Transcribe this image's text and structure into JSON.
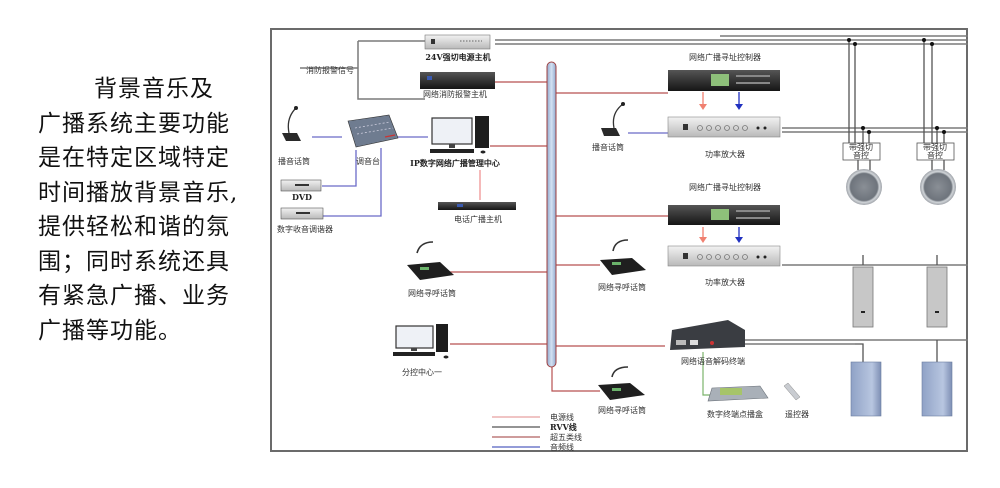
{
  "intro": {
    "lines": [
      "背景音乐及",
      "广播系统主要功能",
      "是在特定区域特定",
      "时间播放背景音乐,",
      "提供轻松和谐的氛",
      "围；同时系统还具",
      "有紧急广播、业务",
      "广播等功能。"
    ]
  },
  "labels": {
    "fire_alarm_signal": "消防报警信号",
    "power_host": "24V强切电源主机",
    "fire_alarm_host": "网络消防报警主机",
    "mic_left": "播音话筒",
    "mixer": "调音台",
    "dvd": "DVD",
    "tuner": "数字收音调谐器",
    "ip_center": "IP数字网络广播管理中心",
    "phone_host": "电话广播主机",
    "paging_mic_left": "网络寻呼话筒",
    "sub_center": "分控中心一",
    "controller_1": "网络广播寻址控制器",
    "amp_1": "功率放大器",
    "mic_right": "播音话筒",
    "controller_2": "网络广播寻址控制器",
    "amp_2": "功率放大器",
    "paging_mic_mid": "网络寻呼话筒",
    "decoder": "网络语音解码终端",
    "paging_mic_bottom": "网络寻呼话筒",
    "play_box": "数字终端点播盒",
    "remote": "遥控器",
    "volume_ctrl_1": [
      "带强切",
      "音控"
    ],
    "volume_ctrl_2": [
      "带强切",
      "音控"
    ]
  },
  "legend": [
    {
      "label": "电源线",
      "color": "#e8a0a0"
    },
    {
      "label": "RVV线",
      "color": "#555555"
    },
    {
      "label": "超五类线",
      "color": "#b06060"
    },
    {
      "label": "音频线",
      "color": "#5560c0"
    }
  ],
  "colors": {
    "network_line": "#b85050",
    "audio_line": "#6b6bc8",
    "rvv_line": "#6b6b6b",
    "power_arrow": "#f08070",
    "audio_arrow": "#2030c0",
    "backbone_fill": "#b8cce4",
    "backbone_border": "#a04040"
  }
}
